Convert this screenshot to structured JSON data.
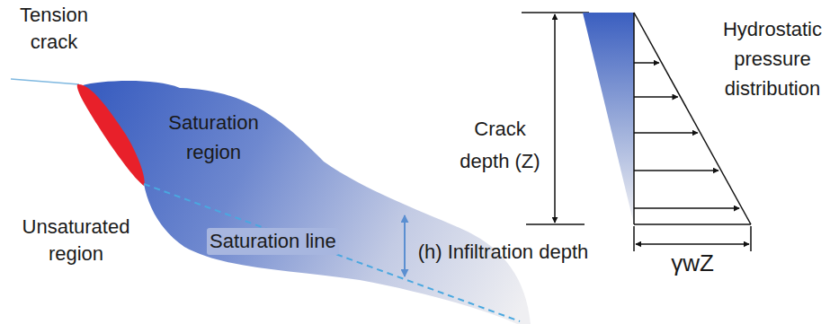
{
  "diagram": {
    "nodes": [
      {
        "text": [
          "Saturation region",
          "Saturation line"
        ]
      }
    ],
    "labels": [
      "Tension crack",
      "Unsaturated region",
      "(h) Infiltration depth",
      "Crack depth (Z)",
      "Hydrostatic pressure distribution",
      "γwZ"
    ]
  }
}
